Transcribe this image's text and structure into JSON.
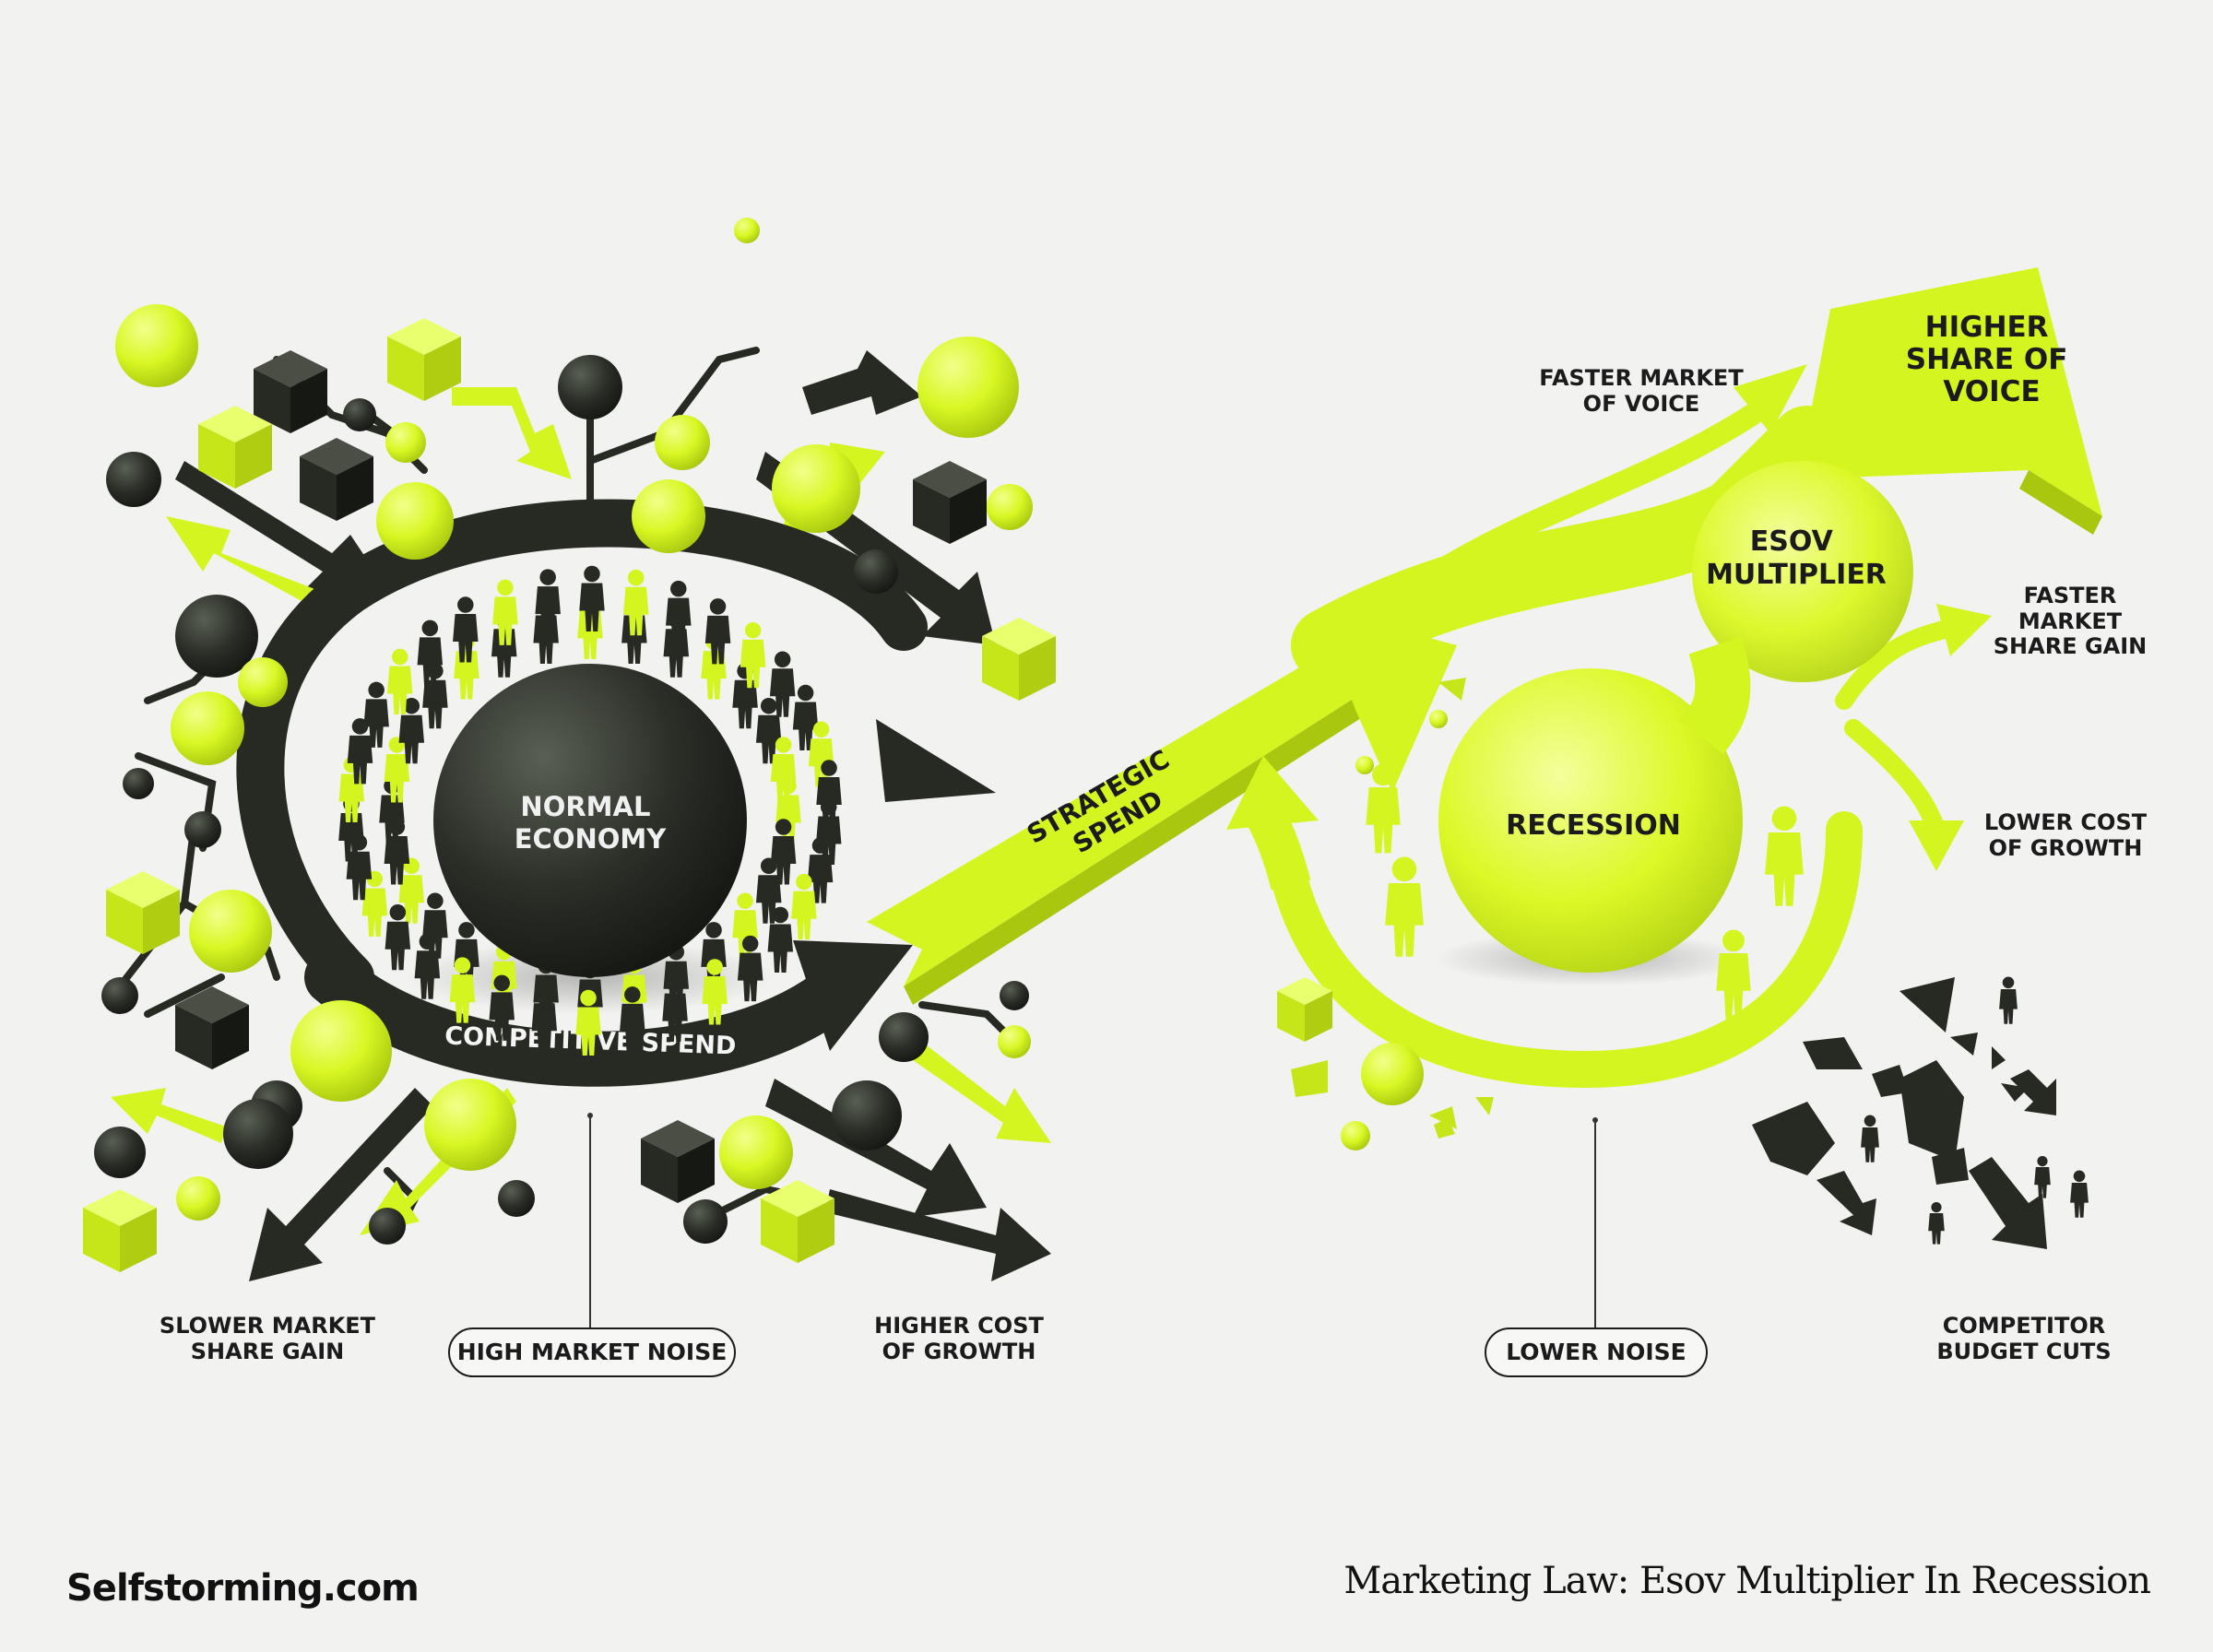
{
  "colors": {
    "accent": "#d4f51f",
    "dark": "#262a22",
    "background": "#f2f2f1",
    "text": "#1b1b1b"
  },
  "left_panel": {
    "center_label": "NORMAL\nECONOMY",
    "arc_label": "COMPETITIVE SPEND",
    "label_slower": "SLOWER MARKET\nSHARE GAIN",
    "pill_noise": "HIGH MARKET NOISE",
    "label_higher_cost": "HIGHER COST\nOF GROWTH"
  },
  "middle": {
    "arrow_label": "STRATEGIC\nSPEND"
  },
  "right_panel": {
    "center_label": "RECESSION",
    "multiplier_label": "ESOV\nMULTIPLIER",
    "top_arrow_label": "HIGHER\nSHARE OF\nVOICE",
    "label_faster_voice": "FASTER MARKET\nOF VOICE",
    "label_faster_share": "FASTER\nMARKET\nSHARE GAIN",
    "label_lower_cost": "LOWER COST\nOF GROWTH",
    "pill_noise": "LOWER NOISE",
    "label_budget_cuts": "COMPETITOR\nBUDGET CUTS"
  },
  "footer": {
    "brand": "Selfstorming.com",
    "title": "Marketing Law: Esov Multiplier In Recession"
  }
}
